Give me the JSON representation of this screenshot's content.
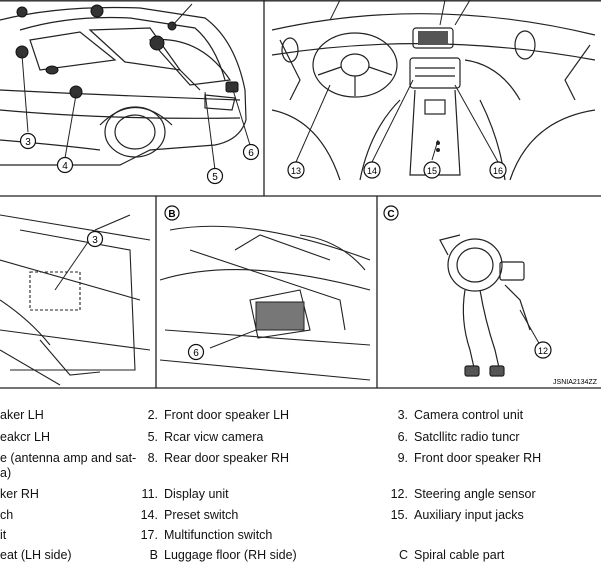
{
  "panels": {
    "b_marker": "B",
    "c_marker": "C",
    "code": "JSNIA2134ZZ"
  },
  "callouts": {
    "c3a": "3",
    "c4": "4",
    "c5": "5",
    "c6a": "6",
    "c13": "13",
    "c14": "14",
    "c15": "15",
    "c16": "16",
    "c3b": "3",
    "c6b": "6",
    "c12": "12"
  },
  "legend": [
    {
      "num": "",
      "text": "aker LH"
    },
    {
      "num": "2.",
      "text": "Front door speaker LH"
    },
    {
      "num": "3.",
      "text": "Camera control unit"
    },
    {
      "num": "",
      "text": "eakcr LH"
    },
    {
      "num": "5.",
      "text": "Rcar vicw camera"
    },
    {
      "num": "6.",
      "text": "Satcllitc radio tuncr"
    },
    {
      "num": "",
      "text": "e (antenna amp and sat-"
    },
    {
      "num": "",
      "text": "a)"
    },
    {
      "num": "8.",
      "text": "Rear door speaker RH"
    },
    {
      "num": "9.",
      "text": "Front door speaker RH"
    },
    {
      "num": "",
      "text": "ker RH"
    },
    {
      "num": "11.",
      "text": "Display unit"
    },
    {
      "num": "12.",
      "text": "Steering angle sensor"
    },
    {
      "num": "",
      "text": "ch"
    },
    {
      "num": "14.",
      "text": "Preset switch"
    },
    {
      "num": "15.",
      "text": "Auxiliary input jacks"
    },
    {
      "num": "",
      "text": "it"
    },
    {
      "num": "17.",
      "text": "Multifunction switch"
    },
    {
      "num": "",
      "text": "eat (LH side)"
    },
    {
      "num": "B",
      "text": "Luggage floor (RH side)"
    },
    {
      "num": "C",
      "text": "Spiral cable part"
    }
  ]
}
